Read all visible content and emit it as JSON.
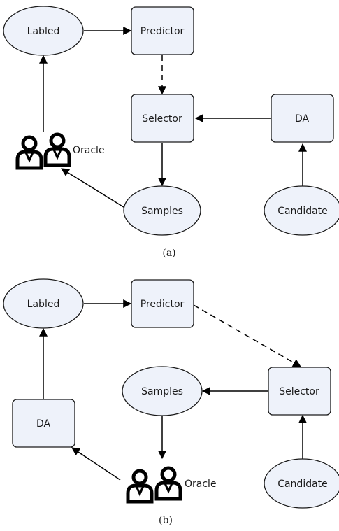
{
  "colors": {
    "node_fill": "#eef2fa",
    "stroke": "#1a1a1a"
  },
  "icons": {
    "oracle": "person-group-icon"
  },
  "diagram_a": {
    "labled": "Labled",
    "predictor": "Predictor",
    "selector": "Selector",
    "da": "DA",
    "oracle": "Oracle",
    "samples": "Samples",
    "candidate": "Candidate",
    "caption": "(a)"
  },
  "diagram_b": {
    "labled": "Labled",
    "predictor": "Predictor",
    "samples": "Samples",
    "selector": "Selector",
    "da": "DA",
    "oracle": "Oracle",
    "candidate": "Candidate",
    "caption": "(b)"
  }
}
